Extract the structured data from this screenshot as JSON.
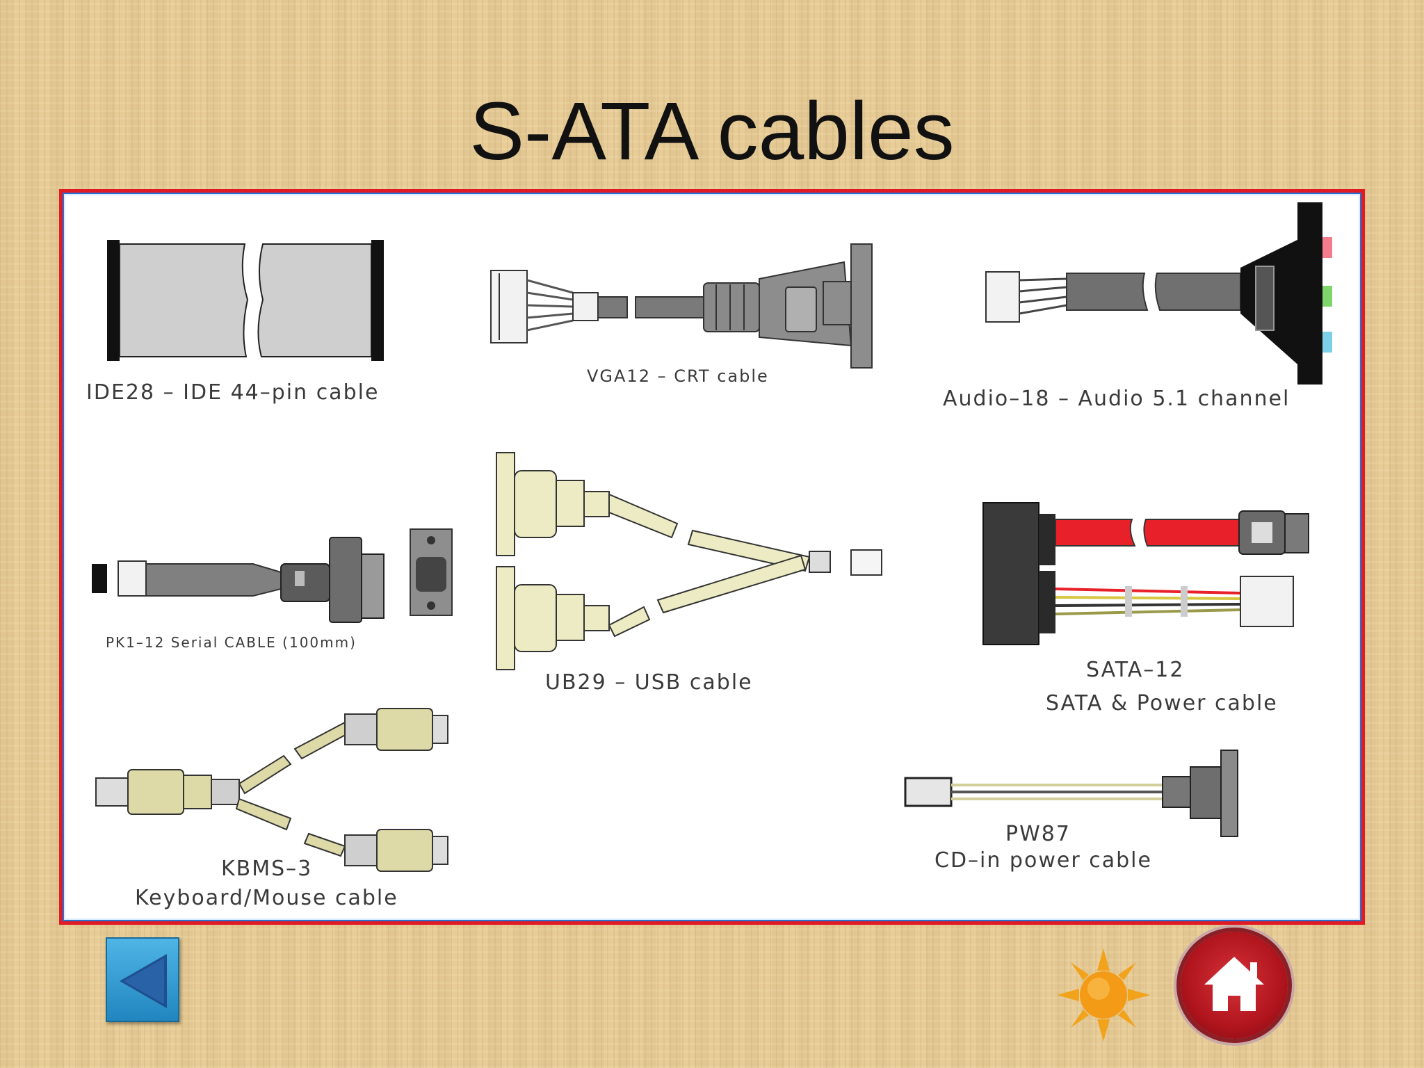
{
  "slide": {
    "title": "S-ATA cables"
  },
  "labels": {
    "ide": "IDE28 – IDE 44–pin cable",
    "vga": "VGA12 – CRT cable",
    "audio": "Audio–18 – Audio 5.1 channel",
    "serial": "PK1–12 Serial CABLE (100mm)",
    "usb": "UB29 – USB cable",
    "sata_1": "SATA–12",
    "sata_2": "SATA & Power cable",
    "kbms_1": "KBMS–3",
    "kbms_2": "Keyboard/Mouse cable",
    "pw_1": "PW87",
    "pw_2": "CD–in power cable"
  },
  "icons": {
    "back": "back-arrow-icon",
    "sun": "sun-icon",
    "home": "home-icon"
  },
  "colors": {
    "frame_border": "#e01b24",
    "frame_inner_border": "#2a6fd0",
    "sata_red": "#e8202a",
    "cable_grey": "#6f6f6f",
    "cable_cream": "#ecebc3"
  }
}
